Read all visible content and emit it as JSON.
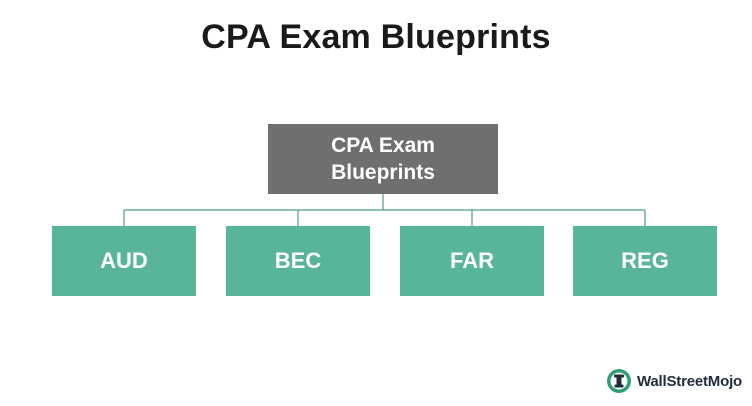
{
  "title": "CPA Exam Blueprints",
  "root": {
    "line1": "CPA Exam",
    "line2": "Blueprints"
  },
  "children": [
    {
      "label": "AUD"
    },
    {
      "label": "BEC"
    },
    {
      "label": "FAR"
    },
    {
      "label": "REG"
    }
  ],
  "colors": {
    "root_fill": "#6f6f6f",
    "child_fill": "#58b49a",
    "connector": "#4e9e8c",
    "title_text": "#1a1a1a"
  },
  "brand": {
    "name": "WallStreetMojo",
    "icon": "wallstreetmojo-logo-icon"
  }
}
